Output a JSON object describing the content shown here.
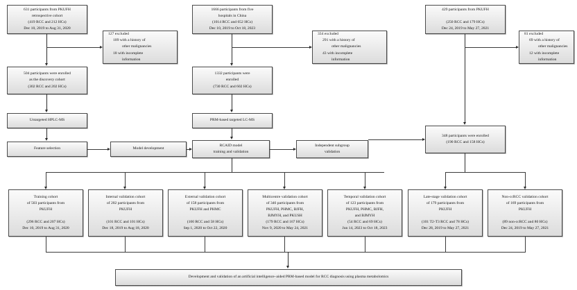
{
  "diagram": {
    "title": "CONSORT-style participant flow diagram for RCAID model development and validation",
    "colors": {
      "box_border": "#4a4a4a",
      "box_fill_top": "#fbfbfb",
      "box_fill_bottom": "#dcdcdc",
      "connector": "#2b2b2b",
      "text": "#111111"
    }
  },
  "columns": {
    "discovery": {
      "source": {
        "lines": [
          "631 participants from PKUFH",
          "retrospective cohort",
          "(419 RCC and 212 HCs)",
          "Dec 10, 2019 to Aug 31, 2020"
        ]
      },
      "excluded": {
        "lines": [
          "127 excluded",
          "109 with a history of",
          "other malignancies",
          "18 with incomplete",
          "information"
        ]
      },
      "enrolled": {
        "lines": [
          "504 participants were enrolled",
          "as the discovery cohort",
          "(302 RCC and 202 HCs)"
        ]
      },
      "assay": {
        "lines": [
          "Untargeted HPLC-MS"
        ]
      }
    },
    "validation": {
      "source": {
        "lines": [
          "1666 participants from five",
          "hospitals in China",
          "(1014 RCC and 652 HCs)",
          "Dec 10, 2019 to Oct 18, 2023"
        ]
      },
      "excluded": {
        "lines": [
          "334 excluded",
          "291 with a history of",
          "other malignancies",
          "43 with incomplete",
          "information"
        ]
      },
      "enrolled": {
        "lines": [
          "1332 participants were",
          "enrolled",
          "(730 RCC and 602 HCs)"
        ]
      },
      "assay": {
        "lines": [
          "PRM-based targeted LC-MS"
        ]
      }
    },
    "subgroup": {
      "source": {
        "lines": [
          "429 participants from PKUFH",
          "",
          "(250 RCC and 179 HCs)",
          "Dec 24, 2019 to May 27, 2021"
        ]
      },
      "excluded": {
        "lines": [
          "81 excluded",
          "69 with a history of",
          "other malignancies",
          "12 with incomplete",
          "information"
        ]
      },
      "enrolled": {
        "lines": [
          "348 participants were enrolled",
          "(190 RCC and 158 HCs)"
        ]
      }
    }
  },
  "pipeline": {
    "feature_selection": {
      "lines": [
        "Feature selection"
      ]
    },
    "model_development": {
      "lines": [
        "Model development"
      ]
    },
    "rcaid_model": {
      "lines": [
        "RCAID model",
        "training and validation"
      ]
    },
    "independent_subgroup": {
      "lines": [
        "Independent subgroup",
        "validation"
      ]
    }
  },
  "cohorts": [
    {
      "name": "training-cohort",
      "lines": [
        "Training cohort",
        "of 503 participants from",
        "PKUFH",
        "",
        "(296 RCC and 207 HCs)",
        "Dec 10, 2019 to Aug 31, 2020"
      ]
    },
    {
      "name": "internal-validation-cohort",
      "lines": [
        "Internal validation cohort",
        "of 202 participants from",
        "PKUFH",
        "",
        "(101 RCC and 101 HCs)",
        "Dec 18, 2019 to Aug 18, 2020"
      ]
    },
    {
      "name": "external-validation-cohort",
      "lines": [
        "External validation cohort",
        "of 158 participants from",
        "PKUFH and PHMC",
        "",
        "(100 RCC and 58 HCs)",
        "Sep 1, 2020 to  Oct 22, 2020"
      ]
    },
    {
      "name": "multicentre-validation-cohort",
      "lines": [
        "Multicentre validation cohort",
        "of 346 participants from",
        "PKUFH, PHMC, BJFH,",
        "BJMYH, and PKUSH",
        "(179 RCC and 167 HCs)",
        "Nov 9, 2020 to May 24, 2021"
      ]
    },
    {
      "name": "temporal-validation-cohort",
      "lines": [
        "Temporal validation cohort",
        "of 123 participants from",
        "PKUFH, PHMC, BJFH,",
        "and BJMYH",
        "(54 RCC and 69 HCs)",
        "Jun 14, 2023 to Oct 18, 2023"
      ]
    },
    {
      "name": "late-stage-validation-cohort",
      "lines": [
        "Late-stage validation cohort",
        "of 179 participants from",
        "PKUFH",
        "",
        "(101 T2-T3 RCC and 78 HCs)",
        "Dec 28, 2019 to May 27, 2021"
      ]
    },
    {
      "name": "non-ccrcc-validation-cohort",
      "lines": [
        "Non-ccRCC validation cohort",
        "of 169 participants from",
        "PKUFH",
        "",
        "(89 non-ccRCC and 80 HCs)",
        "Dec 24, 2019 to May 27, 2021"
      ]
    }
  ],
  "conclusion": {
    "lines": [
      "Development and validation of an artificial intelligence–aided PRM-based model for RCC diagnosis using plasma metabolomics"
    ]
  }
}
